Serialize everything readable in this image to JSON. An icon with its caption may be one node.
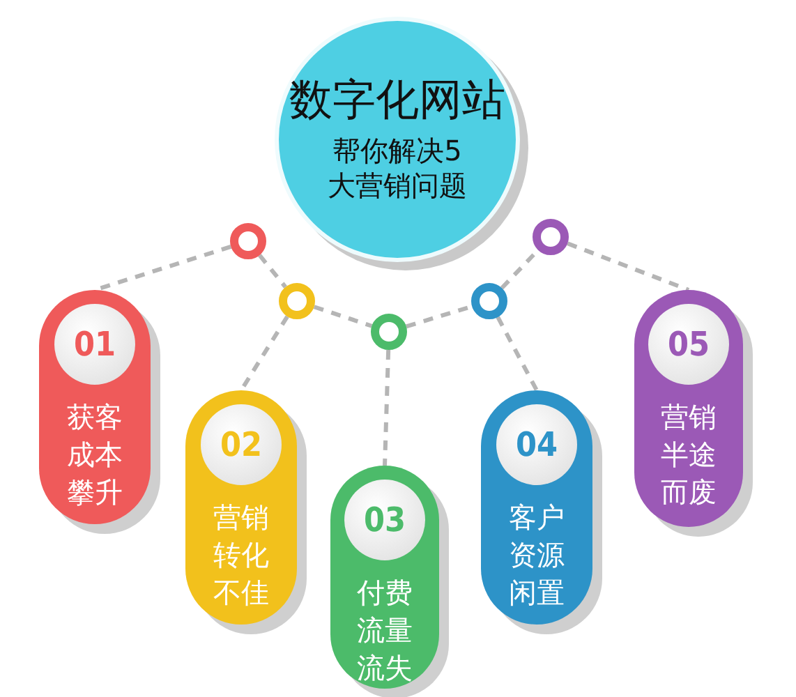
{
  "diagram": {
    "nodes": [
      {
        "text": [
          "数字化网站",
          "帮你解决5大营销问题"
        ]
      },
      {
        "text": [],
        "shape": "circle"
      },
      {
        "text": [],
        "shape": "circle"
      },
      {
        "text": [],
        "shape": "circle"
      },
      {
        "text": [],
        "shape": "circle"
      },
      {
        "text": [],
        "shape": "circle"
      },
      {
        "text": [
          "01",
          "获客成本攀升"
        ]
      },
      {
        "text": [
          "02",
          "营销转化不佳"
        ]
      },
      {
        "text": [
          "03",
          "付费流量流失"
        ]
      },
      {
        "text": [
          "04",
          "客户资源闲置"
        ]
      },
      {
        "text": [
          "05",
          "营销半途而废"
        ]
      }
    ],
    "edges": [
      {
        "from": 1,
        "to": 6,
        "arrow": "none",
        "style": "dashed"
      },
      {
        "from": 1,
        "to": 2,
        "arrow": "none",
        "style": "dashed"
      },
      {
        "from": 2,
        "to": 7,
        "arrow": "none",
        "style": "dashed"
      },
      {
        "from": 2,
        "to": 3,
        "arrow": "none",
        "style": "dashed"
      },
      {
        "from": 3,
        "to": 8,
        "arrow": "none",
        "style": "dashed"
      },
      {
        "from": 3,
        "to": 4,
        "arrow": "none",
        "style": "dashed"
      },
      {
        "from": 4,
        "to": 9,
        "arrow": "none",
        "style": "dashed"
      },
      {
        "from": 4,
        "to": 5,
        "arrow": "none",
        "style": "dashed"
      },
      {
        "from": 5,
        "to": 10,
        "arrow": "none",
        "style": "dashed"
      }
    ]
  }
}
